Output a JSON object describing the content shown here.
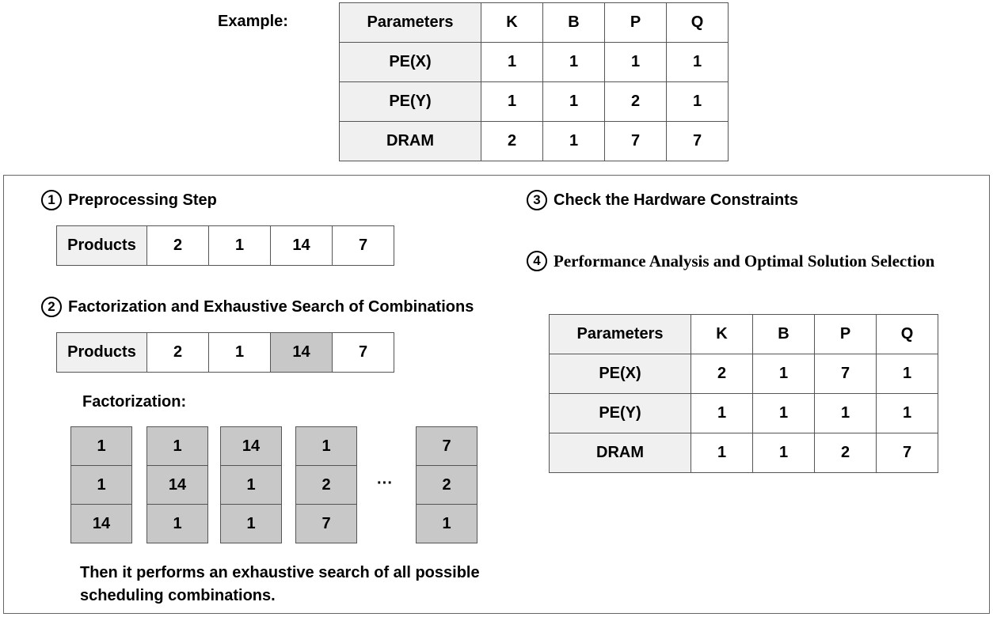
{
  "example": {
    "label": "Example:",
    "header": [
      "Parameters",
      "K",
      "B",
      "P",
      "Q"
    ],
    "rows": [
      [
        "PE(X)",
        "1",
        "1",
        "1",
        "1"
      ],
      [
        "PE(Y)",
        "1",
        "1",
        "2",
        "1"
      ],
      [
        "DRAM",
        "2",
        "1",
        "7",
        "7"
      ]
    ]
  },
  "step1": {
    "num": "1",
    "title": "Preprocessing Step",
    "products": [
      "Products",
      "2",
      "1",
      "14",
      "7"
    ]
  },
  "step2": {
    "num": "2",
    "title": "Factorization and Exhaustive Search of Combinations",
    "products": [
      "Products",
      "2",
      "1",
      "14",
      "7"
    ],
    "highlight_index": 3,
    "factorization_label": "Factorization:",
    "columns": [
      [
        "1",
        "1",
        "14"
      ],
      [
        "1",
        "14",
        "1"
      ],
      [
        "14",
        "1",
        "1"
      ],
      [
        "1",
        "2",
        "7"
      ],
      [
        "7",
        "2",
        "1"
      ]
    ],
    "ellipsis": "···",
    "note_line1": "Then it performs an exhaustive search of all possible",
    "note_line2": "scheduling combinations."
  },
  "step3": {
    "num": "3",
    "title": "Check the Hardware Constraints"
  },
  "step4": {
    "num": "4",
    "title": "Performance Analysis and Optimal Solution Selection",
    "header": [
      "Parameters",
      "K",
      "B",
      "P",
      "Q"
    ],
    "rows": [
      [
        "PE(X)",
        "2",
        "1",
        "7",
        "1"
      ],
      [
        "PE(Y)",
        "1",
        "1",
        "1",
        "1"
      ],
      [
        "DRAM",
        "1",
        "1",
        "2",
        "7"
      ]
    ]
  }
}
